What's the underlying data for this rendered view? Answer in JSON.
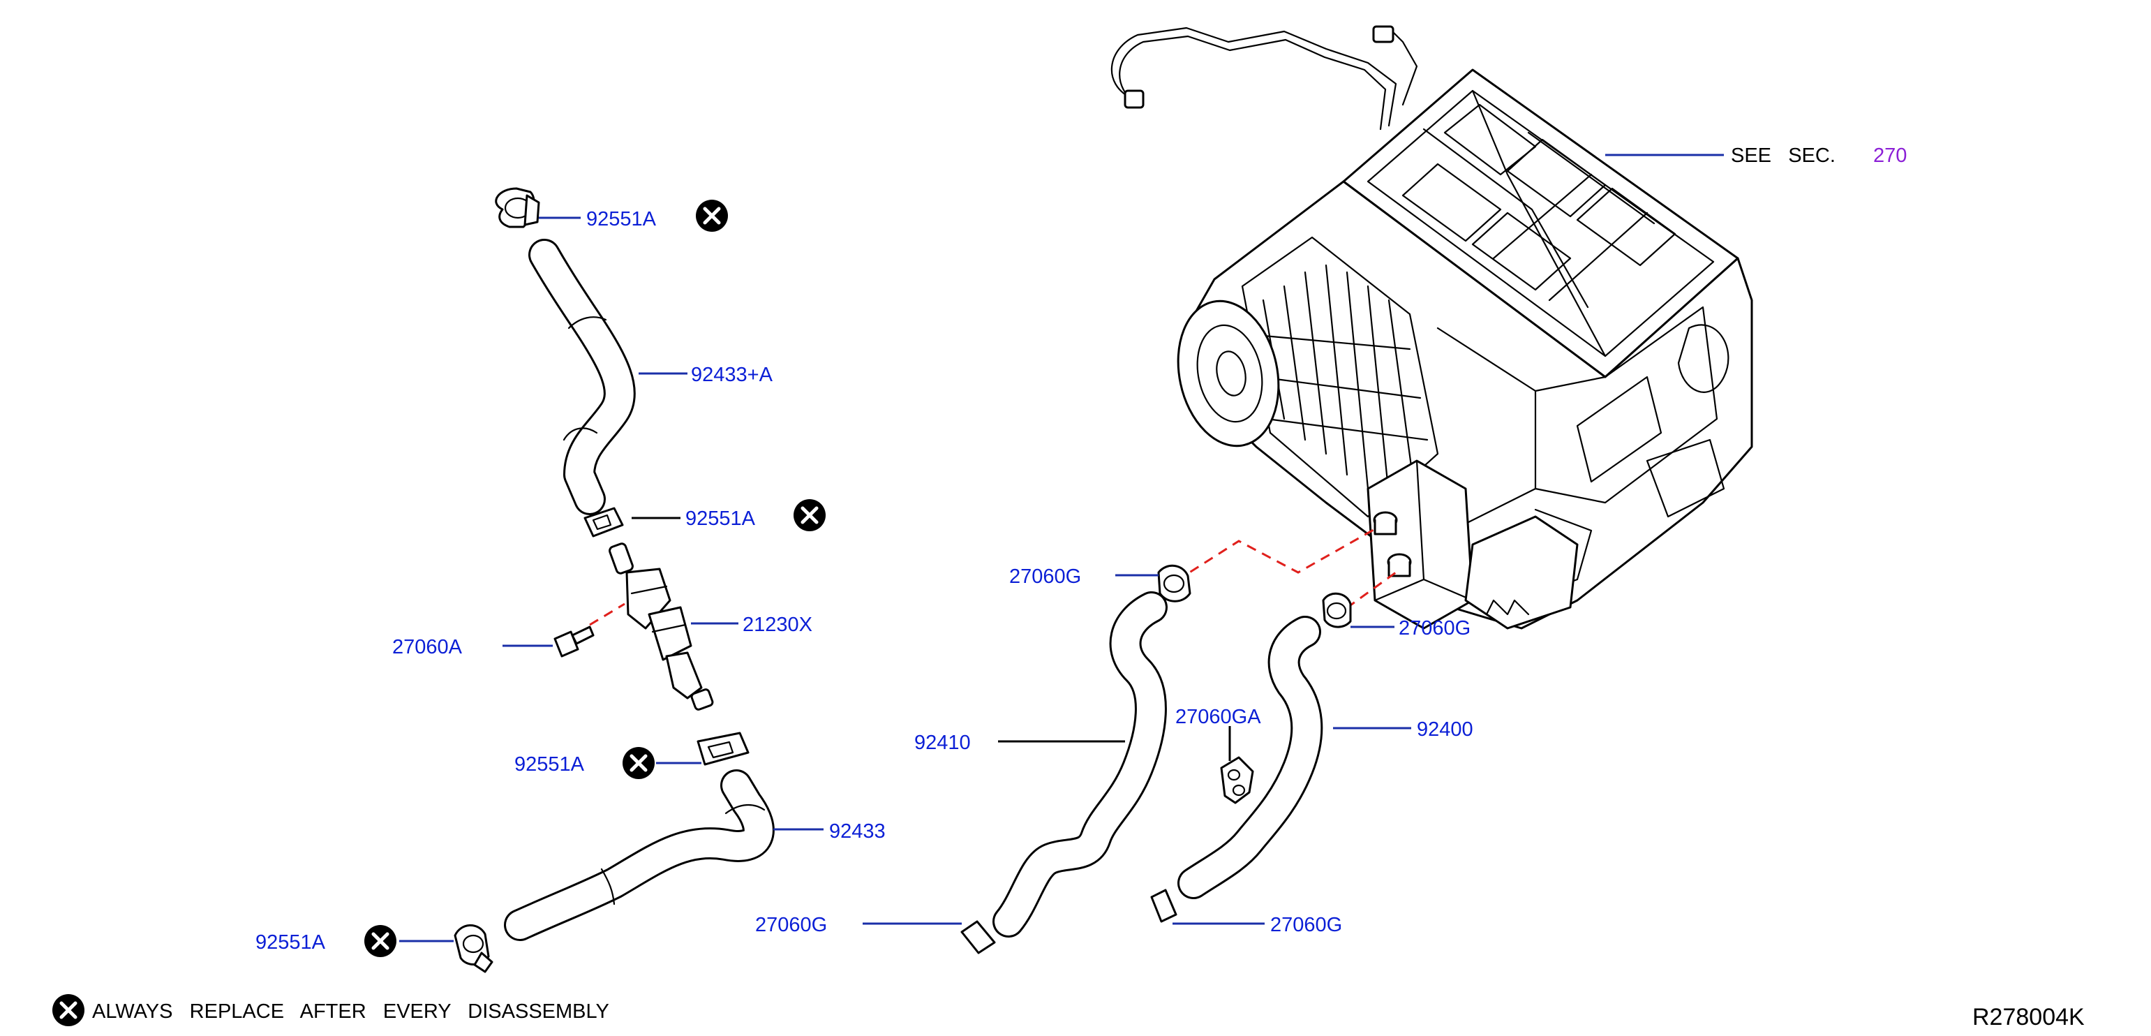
{
  "parts": {
    "clamp_top": "92551A",
    "hose_upper": "92433+A",
    "clamp_mid": "92551A",
    "valve": "21230X",
    "bolt": "27060A",
    "clamp_lower": "92551A",
    "hose_lower": "92433",
    "clamp_bottom": "92551A",
    "hose_left": "92410",
    "hose_right": "92400",
    "clip_left_top": "27060G",
    "clip_right_top": "27060G",
    "clip_left_bottom": "27060G",
    "clip_right_bottom": "27060G",
    "bracket": "27060GA"
  },
  "see_section": {
    "prefix": "SEE   SEC.",
    "number": "270"
  },
  "legend": {
    "note": "ALWAYS   REPLACE   AFTER   EVERY   DISASSEMBLY"
  },
  "diagram_code": "R278004K",
  "colors": {
    "label_blue": "#0b1fd6",
    "section_purple": "#8b1fd6",
    "dashed_red": "#e0201c"
  }
}
